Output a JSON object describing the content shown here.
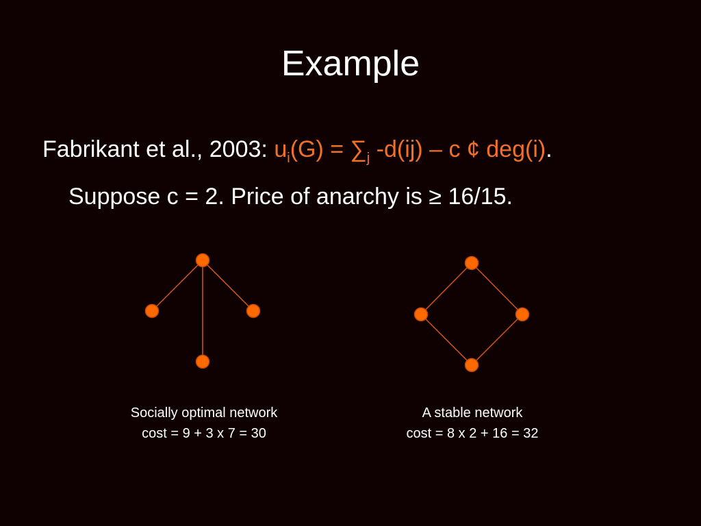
{
  "title": "Example",
  "body": {
    "citation": "Fabrikant et al., 2003: ",
    "formula": {
      "u": "u",
      "u_sub": "i",
      "mid": "(G) = ",
      "sigma": "∑",
      "sigma_sub": "j",
      "rest": " -d(ij) – c ¢ deg(i)"
    },
    "period": ".",
    "line2": "Suppose c = 2. Price of anarchy is ≥ 16/15."
  },
  "colors": {
    "background": "#0f0102",
    "accent": "#f07028",
    "node_fill": "#ff6a00",
    "node_stroke": "#c24a0a",
    "edge": "#d2541e"
  },
  "diagrams": [
    {
      "caption_line1": "Socially optimal network",
      "caption_line2": "cost = 9 + 3 x 7 = 30"
    },
    {
      "caption_line1": "A stable network",
      "caption_line2": "cost = 8 x 2 + 16 = 32"
    }
  ]
}
